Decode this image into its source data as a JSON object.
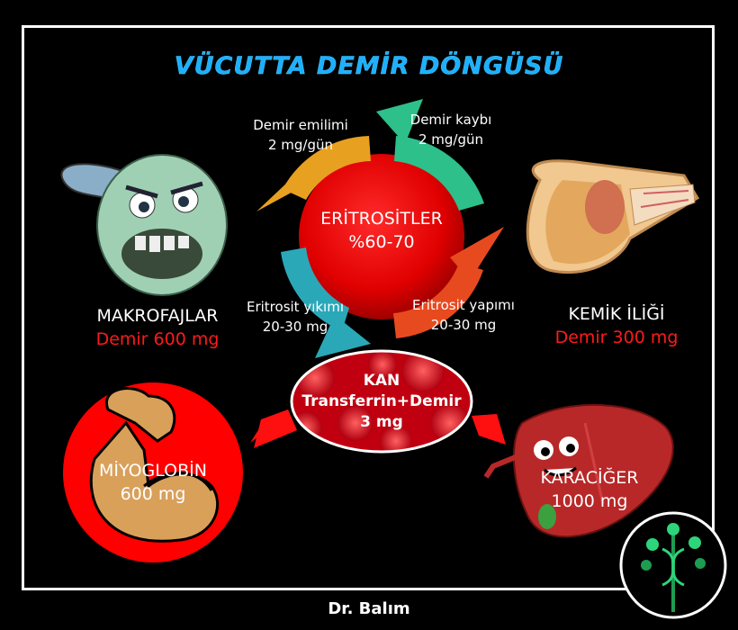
{
  "title": "VÜCUTTA DEMİR DÖNGÜSÜ",
  "center": {
    "label": "ERİTROSİTLER",
    "value": "%60-70"
  },
  "cycle": {
    "absorption": {
      "label": "Demir emilimi",
      "value": "2 mg/gün"
    },
    "loss": {
      "label": "Demir kaybı",
      "value": "2 mg/gün"
    },
    "destruction": {
      "label": "Eritrosit yıkımı",
      "value": "20-30 mg"
    },
    "production": {
      "label": "Eritrosit yapımı",
      "value": "20-30 mg"
    }
  },
  "macrophages": {
    "label": "MAKROFAJLAR",
    "value": "Demir 600 mg"
  },
  "bone_marrow": {
    "label": "KEMİK İLİĞİ",
    "value": "Demir 300 mg"
  },
  "blood": {
    "label": "KAN",
    "sub": "Transferrin+Demir",
    "value": "3 mg"
  },
  "myoglobin": {
    "label": "MİYOGLOBİN",
    "value": "600 mg"
  },
  "liver": {
    "label": "KARACİĞER",
    "value": "1000 mg"
  },
  "footer": "Dr. Balım",
  "colors": {
    "title": "#1cb0ff",
    "accent_red": "#ff1a1a",
    "arrow_orange": "#e8a020",
    "arrow_green": "#2ec08a",
    "arrow_teal": "#2aa8b8",
    "arrow_red": "#e84a20"
  },
  "icons": [
    "macrophage-icon",
    "bone-icon",
    "muscle-icon",
    "liver-icon",
    "logo-tree-dna-icon"
  ]
}
